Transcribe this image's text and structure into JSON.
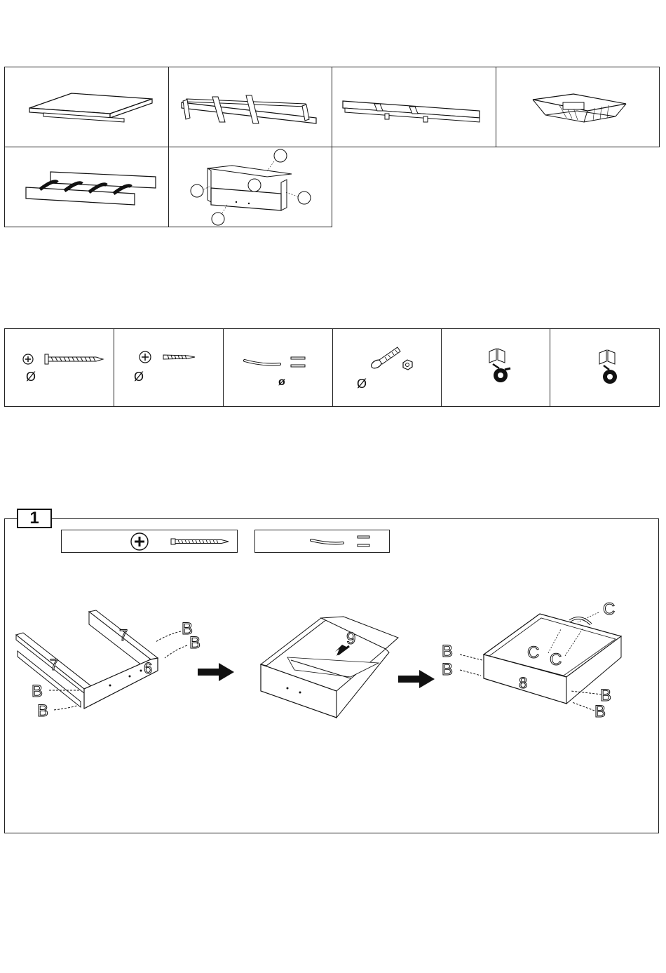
{
  "parts_table": {
    "cells": [
      {
        "name": "top-panel"
      },
      {
        "name": "side-frame-a"
      },
      {
        "name": "side-frame-b"
      },
      {
        "name": "wire-basket"
      },
      {
        "name": "bottle-rack"
      },
      {
        "name": "drawer-box"
      }
    ]
  },
  "hardware_table": {
    "cells": [
      {
        "name": "wood-screw-large",
        "diameter_symbol": "Ø"
      },
      {
        "name": "wood-screw-small",
        "diameter_symbol": "Ø"
      },
      {
        "name": "drawer-handle",
        "diameter_symbol": "ø"
      },
      {
        "name": "bolt-and-nut",
        "diameter_symbol": "Ø"
      },
      {
        "name": "caster-with-brake"
      },
      {
        "name": "caster"
      }
    ]
  },
  "step1": {
    "number": "1",
    "labels": {
      "b": "B",
      "c": "C",
      "part6": "6",
      "part7": "7",
      "part8": "8",
      "part9": "9"
    }
  }
}
